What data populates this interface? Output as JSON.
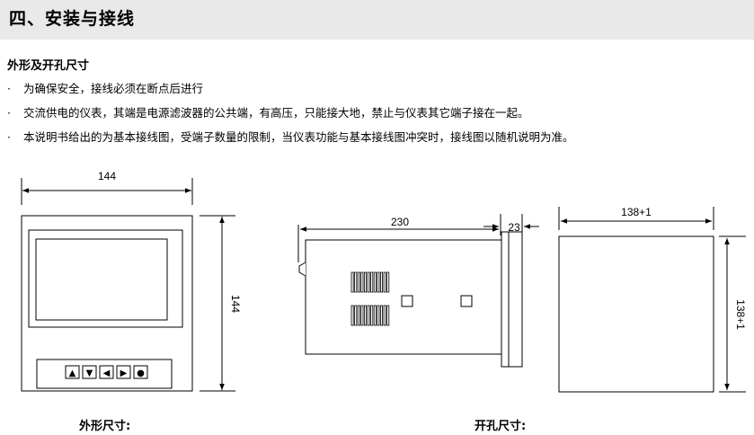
{
  "section_title": "四、安装与接线",
  "subsection_title": "外形及开孔尺寸",
  "bullet_symbol": "·",
  "notes": [
    "为确保安全，接线必须在断点后进行",
    "交流供电的仪表，其端是电源滤波器的公共端，有高压，只能接大地，禁止与仪表其它端子接在一起。",
    "本说明书给出的为基本接线图，受端子数量的限制，当仪表功能与基本接线图冲突时，接线图以随机说明为准。"
  ],
  "front_view": {
    "width_label": "144",
    "height_label": "144",
    "keys": [
      {
        "icon": "up-triangle-icon",
        "glyph": "▲"
      },
      {
        "icon": "down-triangle-icon",
        "glyph": "▼"
      },
      {
        "icon": "left-triangle-icon",
        "glyph": "◀"
      },
      {
        "icon": "right-triangle-icon",
        "glyph": "▶"
      },
      {
        "icon": "circle-icon",
        "glyph": "●"
      }
    ]
  },
  "side_view": {
    "length_label": "230",
    "bezel_label": "23"
  },
  "cutout_view": {
    "width_label": "138+1",
    "height_label": "138+1"
  },
  "captions": {
    "outline": "外形尺寸:",
    "cutout": "开孔尺寸:"
  }
}
